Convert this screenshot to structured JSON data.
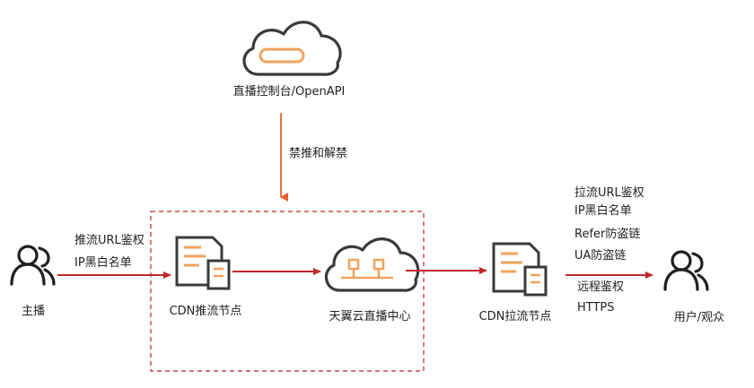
{
  "colors": {
    "arrow": "#c0282d",
    "orange_arrow": "#e9632a",
    "icon_dark": "#3a3a3a",
    "icon_accent": "#f0a35e",
    "dashed_box": "#c0282d"
  },
  "nodes": {
    "console": {
      "label": "直播控制台/OpenAPI",
      "icon": "cloud-icon"
    },
    "broadcaster": {
      "label": "主播",
      "icon": "user-group-icon"
    },
    "cdn_push": {
      "label": "CDN推流节点",
      "icon": "server-icon"
    },
    "live_center": {
      "label": "天翼云直播中心",
      "icon": "cloud-network-icon"
    },
    "cdn_pull": {
      "label": "CDN拉流节点",
      "icon": "server-icon"
    },
    "audience": {
      "label": "用户/观众",
      "icon": "user-group-icon"
    }
  },
  "edges": {
    "console_to_box": {
      "label": "禁推和解禁"
    },
    "broadcaster_to_push": {
      "labels": [
        "推流URL鉴权",
        "IP黑白名单"
      ]
    },
    "pull_to_audience": {
      "labels_above": [
        "拉流URL鉴权",
        "IP黑白名单",
        "Refer防盗链",
        "UA防盗链"
      ],
      "labels_below": [
        "远程鉴权",
        "HTTPS"
      ]
    }
  }
}
